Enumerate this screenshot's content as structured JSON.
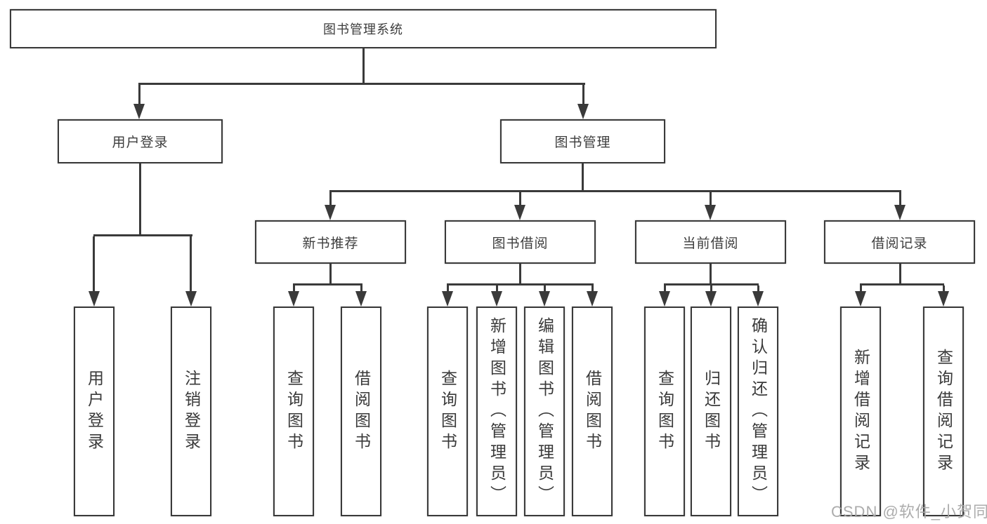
{
  "tree": {
    "root": {
      "label": "图书管理系统"
    },
    "branches": [
      {
        "label": "用户登录",
        "children": [
          {
            "label": "用户登录"
          },
          {
            "label": "注销登录"
          }
        ]
      },
      {
        "label": "图书管理",
        "children": [
          {
            "label": "新书推荐",
            "children": [
              {
                "label": "查询图书"
              },
              {
                "label": "借阅图书"
              }
            ]
          },
          {
            "label": "图书借阅",
            "children": [
              {
                "label": "查询图书"
              },
              {
                "label": "新增图书（管理员）"
              },
              {
                "label": "编辑图书（管理员）"
              },
              {
                "label": "借阅图书"
              }
            ]
          },
          {
            "label": "当前借阅",
            "children": [
              {
                "label": "查询图书"
              },
              {
                "label": "归还图书"
              },
              {
                "label": "确认归还（管理员）"
              }
            ]
          },
          {
            "label": "借阅记录",
            "children": [
              {
                "label": "新增借阅记录"
              },
              {
                "label": "查询借阅记录"
              }
            ]
          }
        ]
      }
    ]
  },
  "watermark": {
    "text": "CSDN @软件_小贺同学"
  },
  "colors": {
    "line": "#3a3a3a",
    "text": "#3d3d3d",
    "background": "#ffffff",
    "watermark": "#a8a8a8"
  }
}
